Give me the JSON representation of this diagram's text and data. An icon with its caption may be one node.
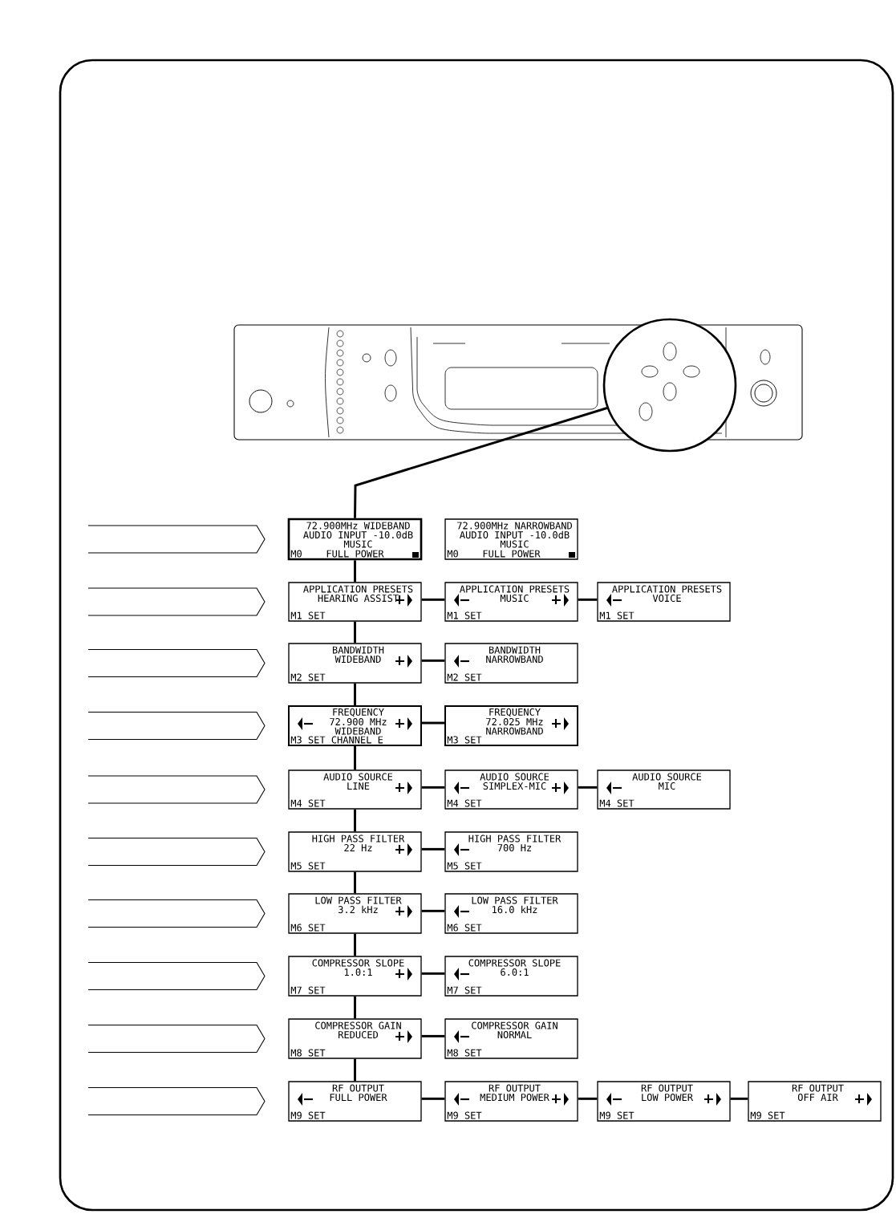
{
  "diagram": {
    "nodes": [
      {
        "text": [],
        "shape": "circle"
      },
      {
        "text": [
          "72.900MHz WIDEBAND",
          "AUDIO INPUT -10.0dB",
          "MUSIC",
          "M0",
          "FULL POWER"
        ]
      },
      {
        "text": [
          "72.900MHz NARROWBAND",
          "AUDIO INPUT -10.0dB",
          "MUSIC",
          "M0",
          "FULL POWER"
        ]
      },
      {
        "text": [
          "APPLICATION PRESETS",
          "HEARING ASSIST",
          "M1 SET"
        ]
      },
      {
        "text": [
          "APPLICATION PRESETS",
          "MUSIC",
          "M1 SET"
        ]
      },
      {
        "text": [
          "APPLICATION PRESETS",
          "VOICE",
          "M1 SET"
        ]
      },
      {
        "text": [
          "BANDWIDTH",
          "WIDEBAND",
          "M2 SET"
        ]
      },
      {
        "text": [
          "BANDWIDTH",
          "NARROWBAND",
          "M2 SET"
        ]
      },
      {
        "text": [
          "FREQUENCY",
          "72.900 MHz",
          "WIDEBAND",
          "M3 SET CHANNEL E"
        ]
      },
      {
        "text": [
          "FREQUENCY",
          "72.025 MHz",
          "NARROWBAND",
          "M3 SET"
        ]
      },
      {
        "text": [
          "AUDIO SOURCE",
          "LINE",
          "M4 SET"
        ]
      },
      {
        "text": [
          "AUDIO SOURCE",
          "SIMPLEX-MIC",
          "M4 SET"
        ]
      },
      {
        "text": [
          "AUDIO SOURCE",
          "MIC",
          "M4 SET"
        ]
      },
      {
        "text": [
          "HIGH PASS FILTER",
          "22 Hz",
          "M5 SET"
        ]
      },
      {
        "text": [
          "HIGH PASS FILTER",
          "700 Hz",
          "M5 SET"
        ]
      },
      {
        "text": [
          "LOW PASS FILTER",
          "3.2 kHz",
          "M6 SET"
        ]
      },
      {
        "text": [
          "LOW PASS FILTER",
          "16.0 kHz",
          "M6 SET"
        ]
      },
      {
        "text": [
          "COMPRESSOR SLOPE",
          "1.0:1",
          "M7 SET"
        ]
      },
      {
        "text": [
          "COMPRESSOR SLOPE",
          "6.0:1",
          "M7 SET"
        ]
      },
      {
        "text": [
          "COMPRESSOR GAIN",
          "REDUCED",
          "M8 SET"
        ]
      },
      {
        "text": [
          "COMPRESSOR GAIN",
          "NORMAL",
          "M8 SET"
        ]
      },
      {
        "text": [
          "RF OUTPUT",
          "FULL POWER",
          "M9 SET"
        ]
      },
      {
        "text": [
          "RF OUTPUT",
          "MEDIUM POWER",
          "M9 SET"
        ]
      },
      {
        "text": [
          "RF OUTPUT",
          "LOW POWER",
          "M9 SET"
        ]
      },
      {
        "text": [
          "RF OUTPUT",
          "OFF AIR",
          "M9 SET"
        ]
      }
    ],
    "edges": [
      {
        "from": 0,
        "to": 1,
        "arrow": "none"
      },
      {
        "from": 1,
        "to": 3,
        "arrow": "none"
      },
      {
        "from": 3,
        "to": 4,
        "arrow": "none"
      },
      {
        "from": 4,
        "to": 5,
        "arrow": "none"
      },
      {
        "from": 3,
        "to": 6,
        "arrow": "none"
      },
      {
        "from": 6,
        "to": 7,
        "arrow": "none"
      },
      {
        "from": 6,
        "to": 8,
        "arrow": "none"
      },
      {
        "from": 8,
        "to": 9,
        "arrow": "none"
      },
      {
        "from": 8,
        "to": 10,
        "arrow": "none"
      },
      {
        "from": 10,
        "to": 11,
        "arrow": "none"
      },
      {
        "from": 11,
        "to": 12,
        "arrow": "none"
      },
      {
        "from": 10,
        "to": 13,
        "arrow": "none"
      },
      {
        "from": 13,
        "to": 14,
        "arrow": "none"
      },
      {
        "from": 13,
        "to": 15,
        "arrow": "none"
      },
      {
        "from": 15,
        "to": 16,
        "arrow": "none"
      },
      {
        "from": 15,
        "to": 17,
        "arrow": "none"
      },
      {
        "from": 17,
        "to": 18,
        "arrow": "none"
      },
      {
        "from": 17,
        "to": 19,
        "arrow": "none"
      },
      {
        "from": 19,
        "to": 20,
        "arrow": "none"
      },
      {
        "from": 19,
        "to": 21,
        "arrow": "none"
      },
      {
        "from": 21,
        "to": 22,
        "arrow": "none"
      },
      {
        "from": 22,
        "to": 23,
        "arrow": "none"
      },
      {
        "from": 23,
        "to": 24,
        "arrow": "none"
      }
    ]
  }
}
